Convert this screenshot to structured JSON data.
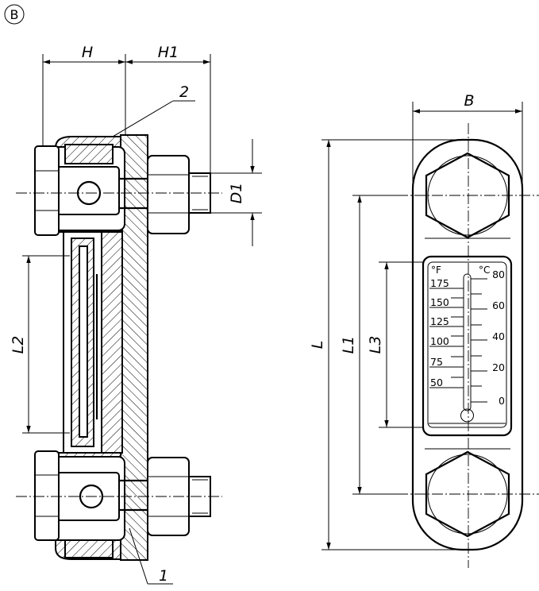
{
  "view_marker": "B",
  "side_view": {
    "dimensions": {
      "h": "H",
      "h1": "H1",
      "d1": "D1",
      "l2": "L2"
    },
    "part_numbers": {
      "part_1": "1",
      "part_2": "2"
    }
  },
  "front_view": {
    "dimensions": {
      "b": "B",
      "l": "L",
      "l1": "L1",
      "l3": "L3"
    },
    "thermometer": {
      "fahrenheit_unit": "°F",
      "celsius_unit": "°C",
      "fahrenheit_ticks": [
        "175",
        "150",
        "125",
        "100",
        "75",
        "50"
      ],
      "celsius_ticks": [
        "80",
        "60",
        "40",
        "20",
        "0"
      ]
    }
  }
}
